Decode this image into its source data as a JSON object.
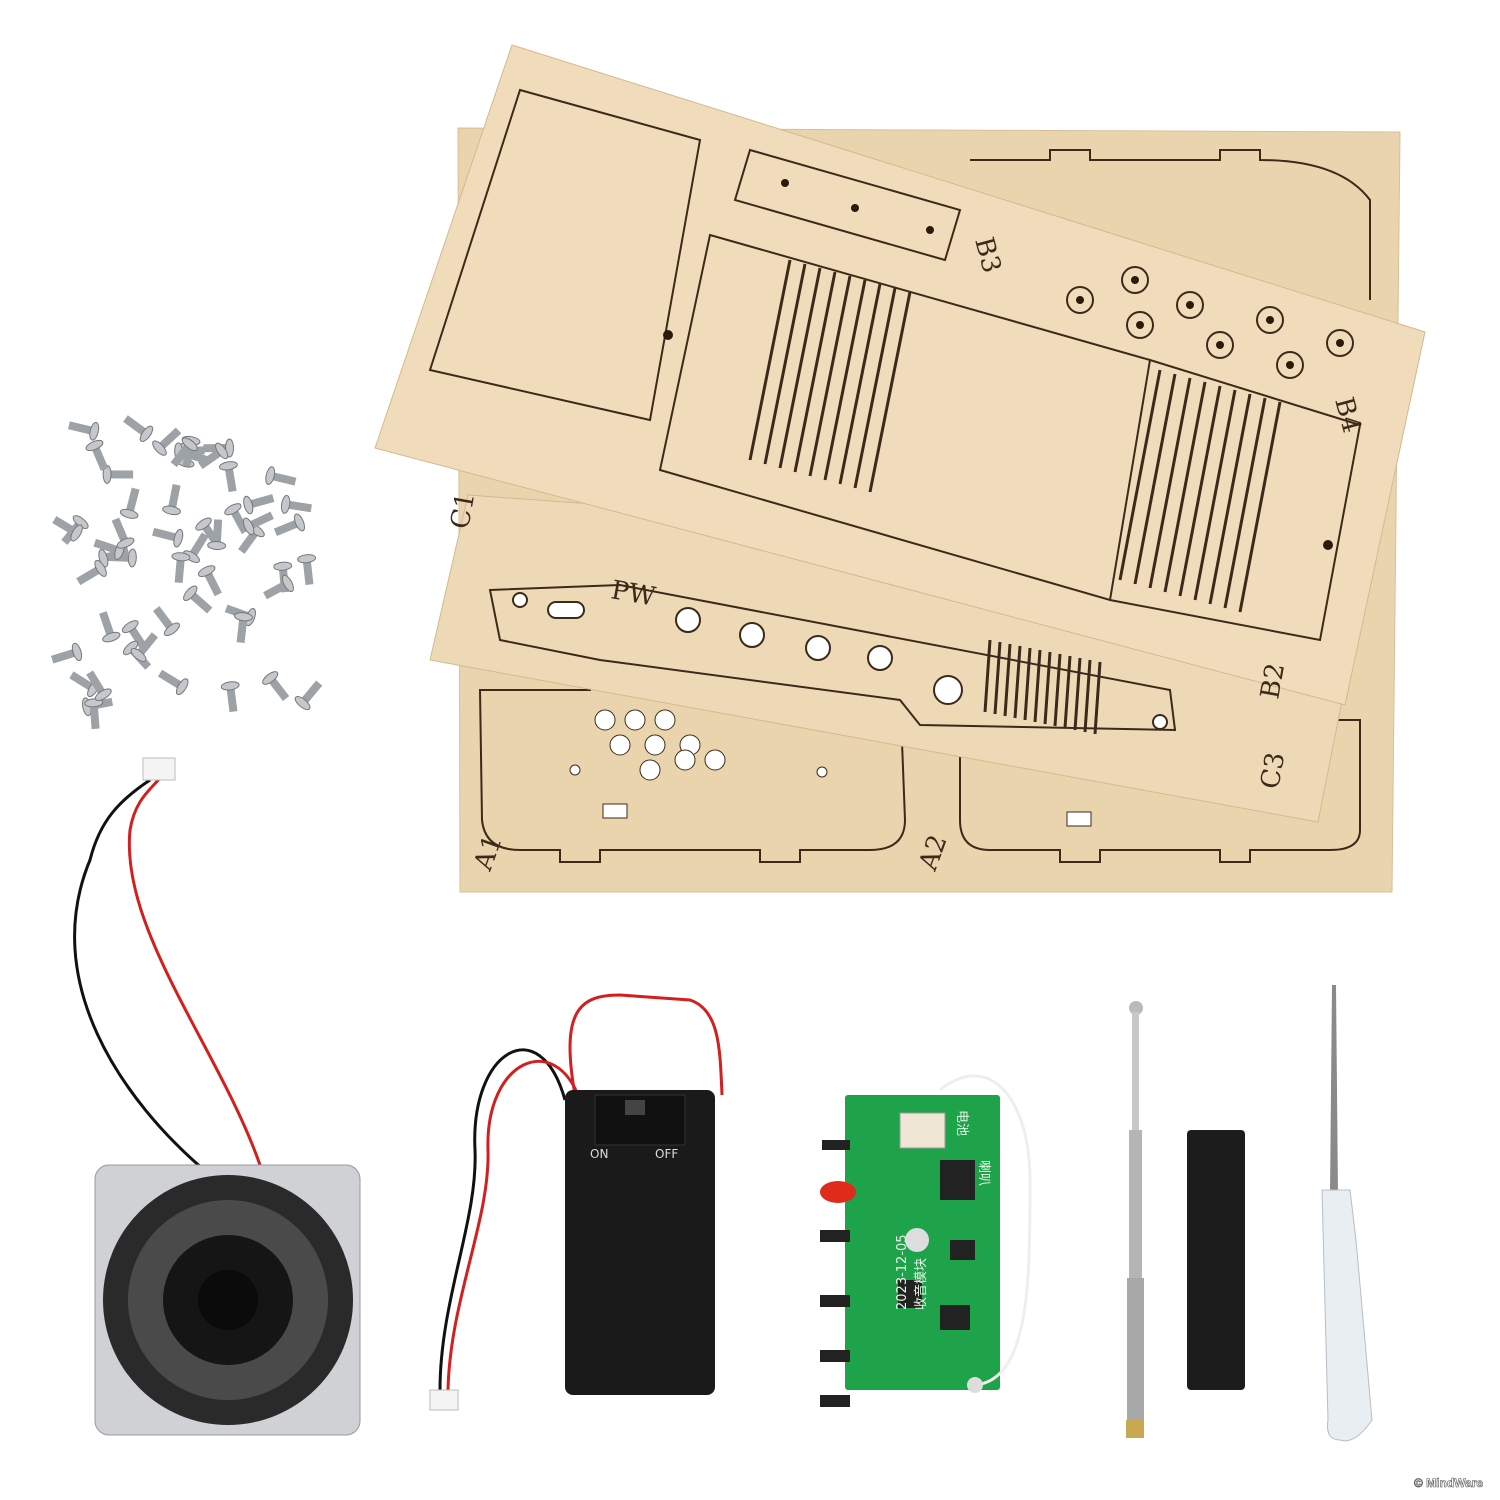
{
  "board_labels": {
    "b3": "B3",
    "b4": "B4",
    "b2": "B2",
    "c1": "C1",
    "c3": "C3",
    "a1": "A1",
    "a2": "A2",
    "pw": "PW"
  },
  "battery_box": {
    "on": "ON",
    "off": "OFF"
  },
  "pcb": {
    "date": "2023-12-05",
    "module": "收音模块",
    "battery": "电池",
    "speaker": "喇叭"
  },
  "watermark": "© MindWare",
  "colors": {
    "wood": "#ecd7b4",
    "cut": "#3b2a1a",
    "pcb": "#1fa34a",
    "battery": "#1a1a1a",
    "red_wire": "#d3201f"
  }
}
